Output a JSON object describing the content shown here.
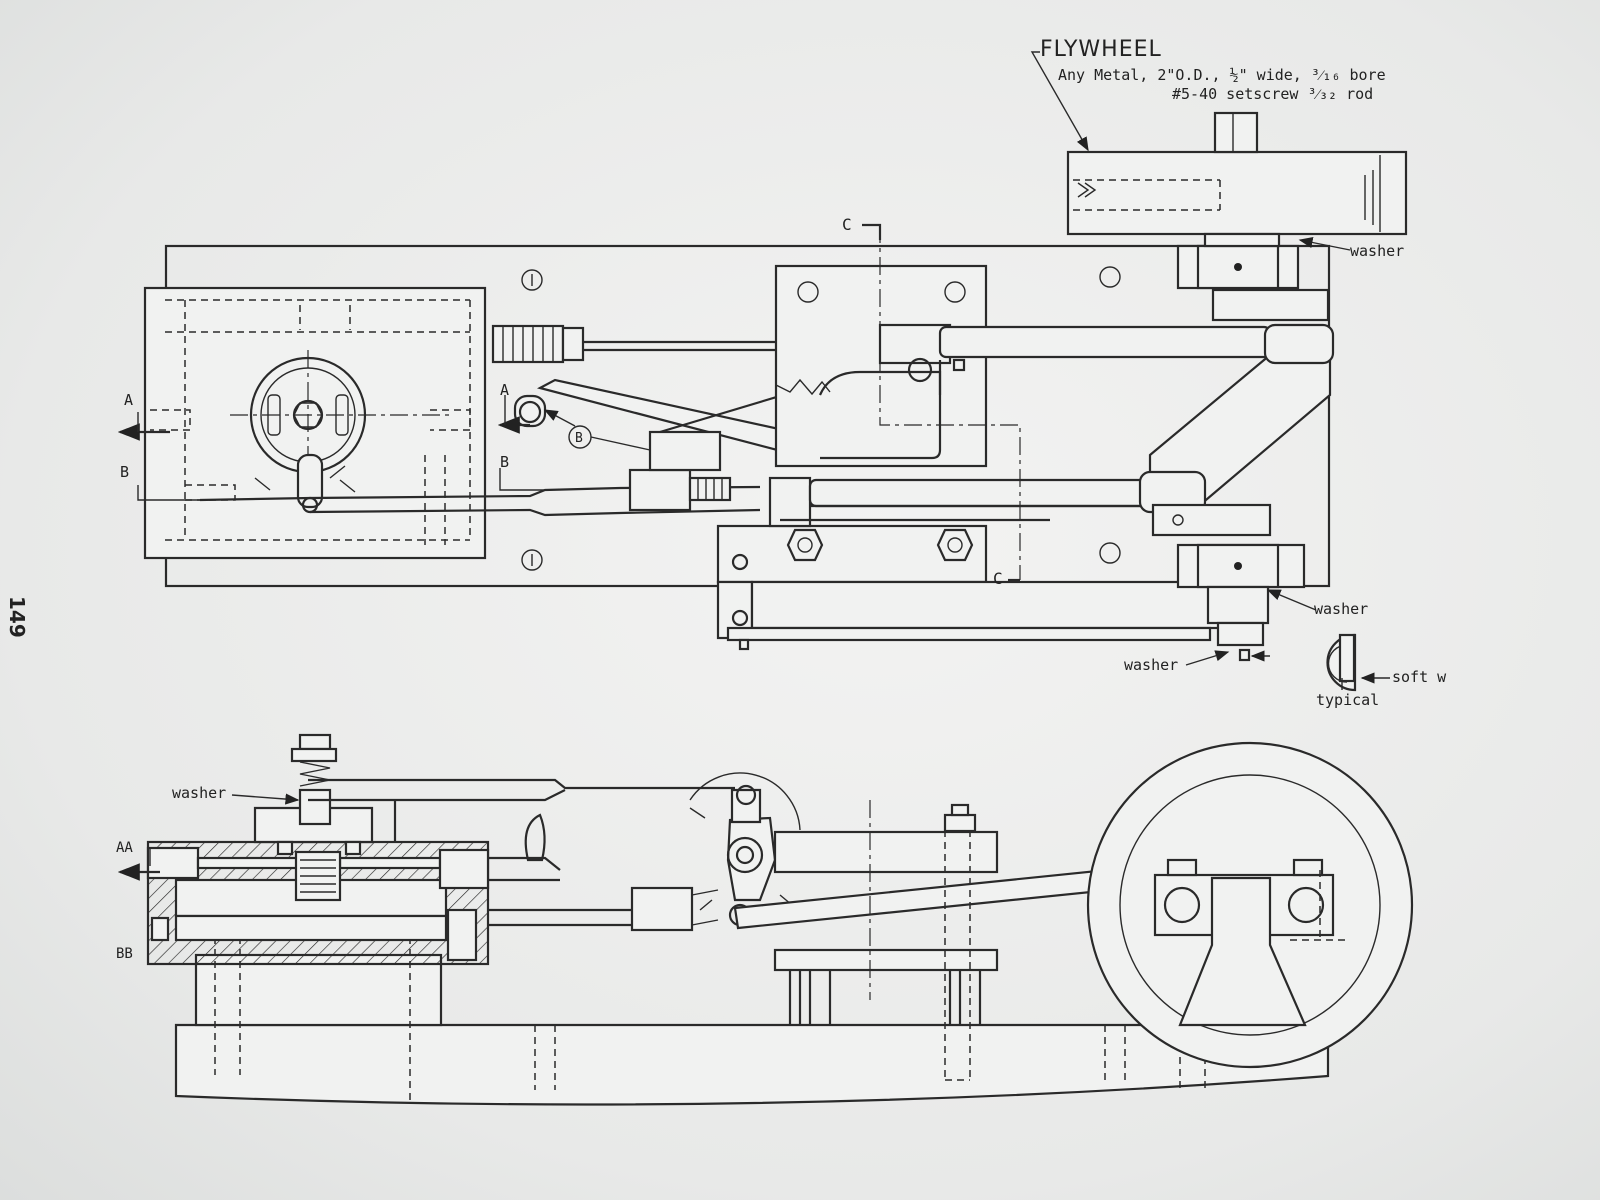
{
  "page_number": "149",
  "flywheel": {
    "title": "FLYWHEEL",
    "line1": "Any Metal,  2\"O.D.,  ½\" wide,  ³⁄₁₆ bore",
    "line2": "#5-40 setscrew  ³⁄₃₂ rod"
  },
  "top_view_labels": {
    "washer_1": "washer",
    "washer_2": "washer",
    "washer_3": "washer",
    "section_c_top": "C",
    "section_c_bottom": "C",
    "port_a_left": "A",
    "port_a_mid": "A",
    "port_b_left": "B",
    "port_b_mid": "B",
    "callout_b": "B",
    "soft_w": "soft w",
    "typical": "typical"
  },
  "side_view_labels": {
    "washer": "washer",
    "aa": "AA",
    "bb": "BB"
  }
}
